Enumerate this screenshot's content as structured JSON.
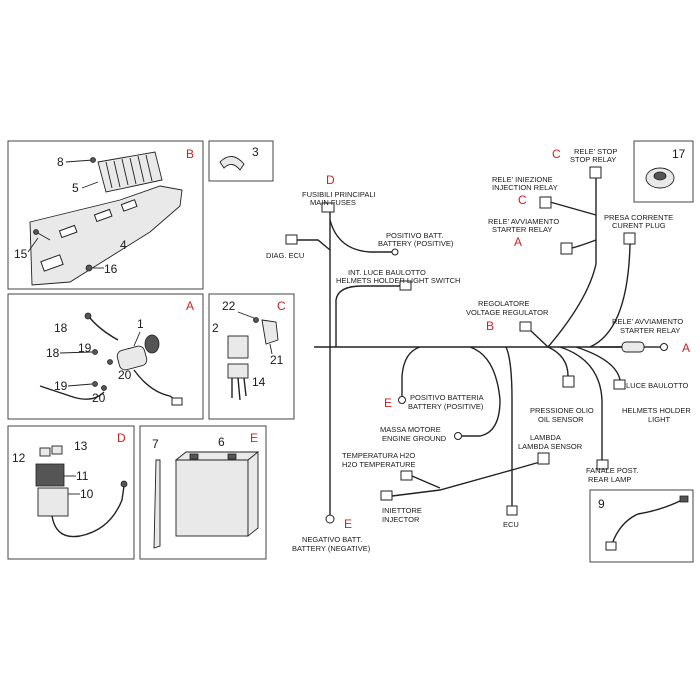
{
  "panels": {
    "B": {
      "ref": "B",
      "nums": [
        "8",
        "5",
        "4",
        "15",
        "16"
      ]
    },
    "three": {
      "num": "3"
    },
    "A": {
      "ref": "A",
      "nums": [
        "1",
        "18",
        "18",
        "19",
        "19",
        "20",
        "20"
      ]
    },
    "C": {
      "ref": "C",
      "nums": [
        "22",
        "2",
        "21",
        "14"
      ]
    },
    "D": {
      "ref": "D",
      "nums": [
        "13",
        "12",
        "11",
        "10"
      ]
    },
    "E": {
      "ref": "E",
      "nums": [
        "6",
        "7"
      ]
    },
    "seventeen": {
      "num": "17"
    },
    "nine": {
      "num": "9"
    }
  },
  "harness": {
    "refs": {
      "D_main_fuses": "D",
      "C_stop_relay": "C",
      "C_injection_relay": "C",
      "A_starter_relay": "A",
      "B_regulator": "B",
      "A_right": "A",
      "E_pos_battery": "E",
      "E_neg_battery": "E"
    },
    "labels": {
      "main_fuses_it": "FUSIBILI PRINCIPALI",
      "main_fuses_en": "MAIN FUSES",
      "diag_ecu": "DIAG. ECU",
      "pos_batt_it": "POSITIVO BATT.",
      "pos_batt_en": "BATTERY (POSITIVE)",
      "helmet_switch_it": "INT. LUCE BAULOTTO",
      "helmet_switch_en": "HELMETS HOLDER LIGHT SWITCH",
      "stop_relay_it": "RELE' STOP",
      "stop_relay_en": "STOP RELAY",
      "inj_relay_it": "RELE' INIEZIONE",
      "inj_relay_en": "INJECTION RELAY",
      "start_relay_it": "RELE' AVVIAMENTO",
      "start_relay_en": "STARTER RELAY",
      "presa_it": "PRESA CORRENTE",
      "presa_en": "CURENT PLUG",
      "regulator_it": "REGOLATORE",
      "regulator_en": "VOLTAGE REGULATOR",
      "start_relay2_it": "RELE' AVVIAMENTO",
      "start_relay2_en": "STARTER RELAY",
      "pos_batteria_it": "POSITIVO BATTERIA",
      "pos_batteria_en": "BATTERY (POSITIVE)",
      "oil_it": "PRESSIONE OLIO",
      "oil_en": "OIL SENSOR",
      "helmet_light_it": "LUCE BAULOTTO",
      "helmet_light_en1": "HELMETS HOLDER",
      "helmet_light_en2": "LIGHT",
      "engine_ground_it": "MASSA MOTORE",
      "engine_ground_en": "ENGINE GROUND",
      "lambda_it": "LAMBDA",
      "lambda_en": "LAMBDA SENSOR",
      "h2o_it": "TEMPERATURA H2O",
      "h2o_en": "H2O TEMPERATURE",
      "rear_lamp_it": "FANALE POST.",
      "rear_lamp_en": "REAR LAMP",
      "injector_it": "INIETTORE",
      "injector_en": "INJECTOR",
      "ecu": "ECU",
      "neg_batt_it": "NEGATIVO BATT.",
      "neg_batt_en": "BATTERY (NEGATIVE)"
    }
  }
}
